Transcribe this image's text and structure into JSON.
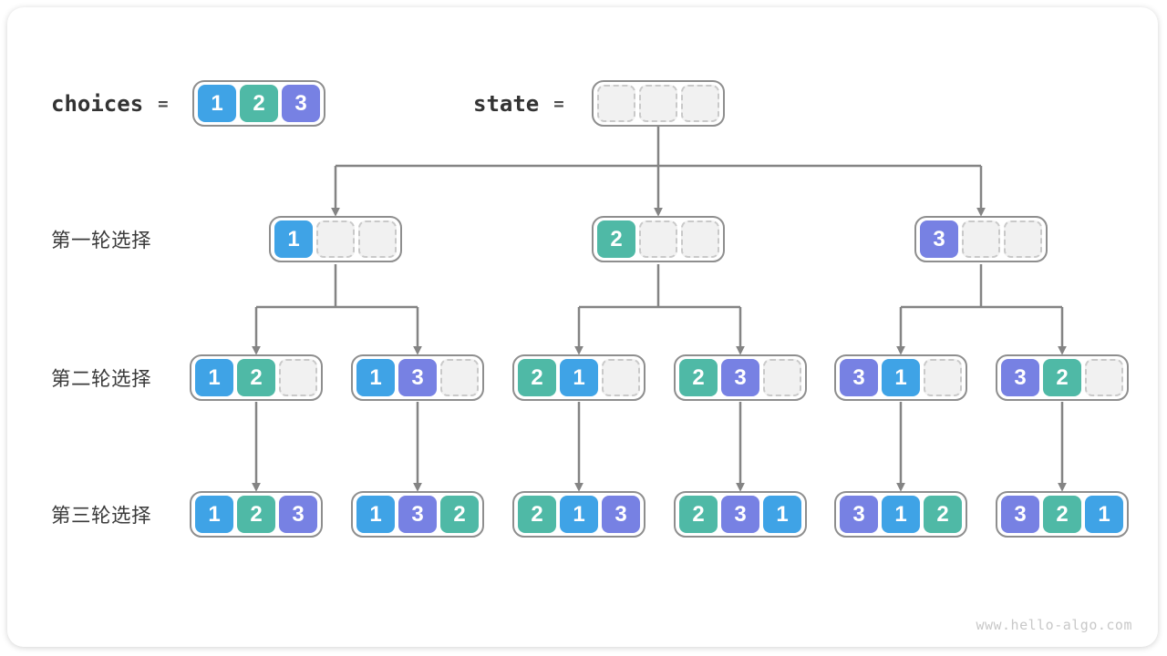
{
  "header": {
    "choices_label": "choices",
    "equals": "=",
    "choices": [
      1,
      2,
      3
    ],
    "state_label": "state",
    "state": [
      null,
      null,
      null
    ]
  },
  "rows": [
    {
      "label": "第一轮选择",
      "boxes": [
        [
          1,
          null,
          null
        ],
        [
          2,
          null,
          null
        ],
        [
          3,
          null,
          null
        ]
      ]
    },
    {
      "label": "第二轮选择",
      "boxes": [
        [
          1,
          2,
          null
        ],
        [
          1,
          3,
          null
        ],
        [
          2,
          1,
          null
        ],
        [
          2,
          3,
          null
        ],
        [
          3,
          1,
          null
        ],
        [
          3,
          2,
          null
        ]
      ]
    },
    {
      "label": "第三轮选择",
      "boxes": [
        [
          1,
          2,
          3
        ],
        [
          1,
          3,
          2
        ],
        [
          2,
          1,
          3
        ],
        [
          2,
          3,
          1
        ],
        [
          3,
          1,
          2
        ],
        [
          3,
          2,
          1
        ]
      ]
    }
  ],
  "palette": {
    "1": "#3fa3e6",
    "2": "#4fb9a6",
    "3": "#7781e3"
  },
  "colors": {
    "arrow": "#848484",
    "container_border": "#8e8e8e",
    "empty_fill": "#f1f1f1",
    "empty_border": "#c9c9c9",
    "label_text": "#3a3a3a",
    "watermark": "#c8c8c8"
  },
  "watermark": "www.hello-algo.com"
}
